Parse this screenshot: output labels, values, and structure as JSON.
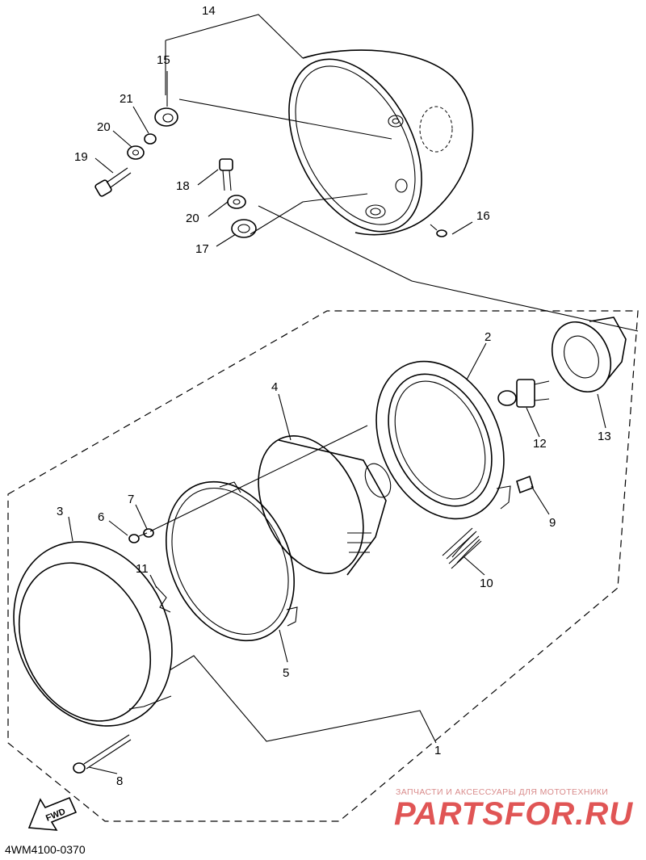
{
  "diagram": {
    "callouts": {
      "c1": "1",
      "c2": "2",
      "c3": "3",
      "c4": "4",
      "c5": "5",
      "c6": "6",
      "c7": "7",
      "c8": "8",
      "c9": "9",
      "c10": "10",
      "c11": "11",
      "c12": "12",
      "c13": "13",
      "c14": "14",
      "c15": "15",
      "c16": "16",
      "c17": "17",
      "c18": "18",
      "c19": "19",
      "c20a": "20",
      "c20b": "20",
      "c21": "21"
    },
    "fwd_label": "FWD",
    "diagram_code": "4WM4100-0370"
  },
  "watermark": {
    "tagline": "ЗАПЧАСТИ И АКСЕССУАРЫ ДЛЯ МОТОТЕХНИКИ",
    "brand": "PARTSFOR.RU"
  },
  "colors": {
    "line": "#000000",
    "watermark": "#e05555"
  }
}
